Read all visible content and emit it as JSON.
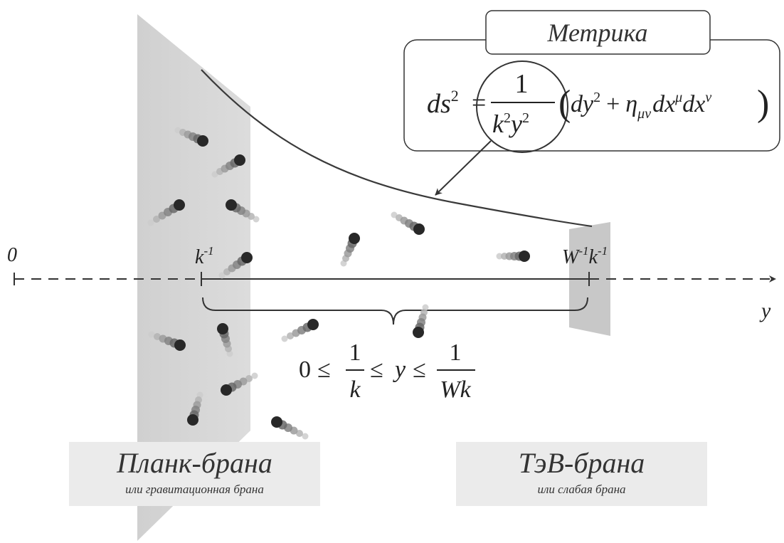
{
  "metric": {
    "title": "Метрика",
    "lhs": "ds",
    "lhs_exp": "2",
    "eq": "=",
    "numerator": "1",
    "den_k": "k",
    "den_k_exp": "2",
    "den_y": "y",
    "den_y_exp": "2",
    "paren_open": "(",
    "paren_close": ")",
    "t_dy": "dy",
    "t_dy_exp": "2",
    "t_plus": "+",
    "t_eta": "η",
    "t_eta_sub": "μν",
    "t_dx1": "dx",
    "t_dx1_exp": "μ",
    "t_dx2": "dx",
    "t_dx2_exp": "ν"
  },
  "axis": {
    "origin": "0",
    "k_inv": "k",
    "k_inv_exp": "-1",
    "w_inv": "W",
    "w_inv_exp": "-1",
    "w_k": "k",
    "w_k_exp": "-1",
    "axis_var": "y"
  },
  "inequality": {
    "zero": "0",
    "le1": "≤",
    "num1": "1",
    "den1": "k",
    "le2": "≤",
    "y": "y",
    "le3": "≤",
    "num2": "1",
    "den2": "Wk"
  },
  "planck_brane": {
    "title": "Планк-брана",
    "subtitle": "или гравитационная брана"
  },
  "tev_brane": {
    "title": "ТэВ-брана",
    "subtitle": "или слабая брана"
  },
  "colors": {
    "planck_brane_fill": "#d4d4d4",
    "tev_brane_fill": "#c8c8c8",
    "label_bg": "#ebebeb",
    "curve": "#3a3a3a",
    "particle": "#2a2a2a"
  }
}
